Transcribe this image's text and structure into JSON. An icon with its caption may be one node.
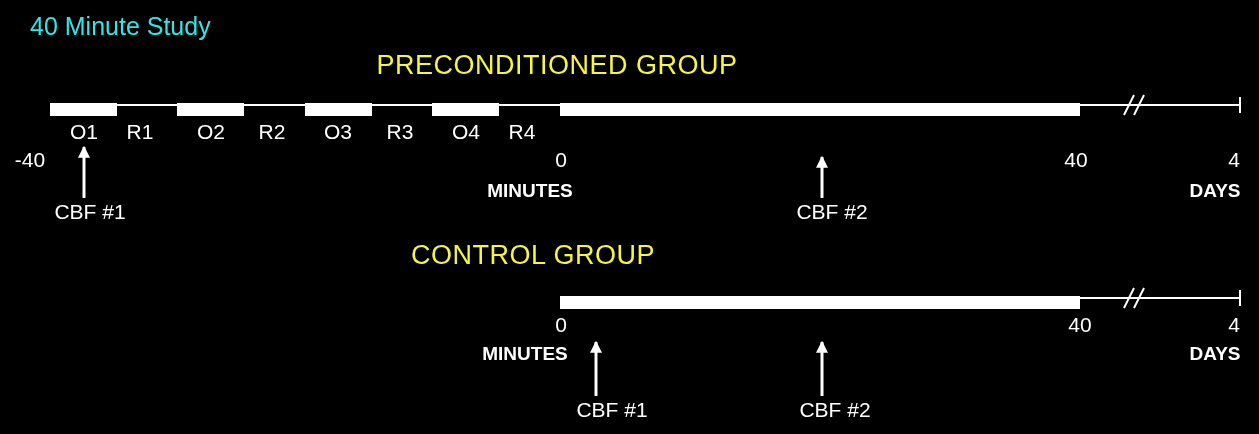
{
  "diagram": {
    "title": "40 Minute Study",
    "nodes": [
      {
        "text": [
          "CBF #1"
        ]
      },
      {
        "text": [
          "CBF #2"
        ]
      },
      {
        "text": [
          "CBF #1"
        ]
      },
      {
        "text": [
          "CBF #2"
        ]
      },
      {
        "text": [
          "O1"
        ]
      }
    ],
    "edges": [
      {
        "from": 0,
        "to": 4,
        "arrow": "to"
      },
      {
        "from": 1,
        "to": null,
        "arrow": "to"
      },
      {
        "from": 2,
        "to": null,
        "arrow": "to"
      },
      {
        "from": 3,
        "to": null,
        "arrow": "to"
      }
    ],
    "labels": [
      "PRECONDITIONED GROUP",
      "R1",
      "O2",
      "R2",
      "O3",
      "R3",
      "O4",
      "R4",
      "-40",
      "0",
      "40",
      "4",
      "MINUTES",
      "DAYS",
      "CONTROL GROUP",
      "0",
      "40",
      "4",
      "MINUTES",
      "DAYS"
    ]
  }
}
